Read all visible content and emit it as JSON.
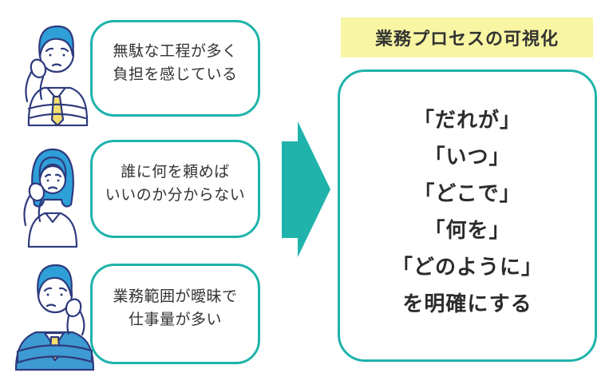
{
  "colors": {
    "teal_accent": "#1fb3ab",
    "banner_yellow": "#f8f6a3",
    "figure_blue": "#3e9ad2",
    "hair_blue": "#2f9fd8",
    "outline_navy": "#2e3a7d",
    "tie_yellow": "#f5df6e",
    "text_dark": "#333333"
  },
  "title": {
    "label": "業務プロセスの可視化"
  },
  "pain_points": [
    {
      "person_icon": "worried-man-shirt-icon",
      "lines": [
        "無駄な工程が多く",
        "負担を感じている"
      ]
    },
    {
      "person_icon": "worried-woman-icon",
      "lines": [
        "誰に何を頼めば",
        "いいのか分からない"
      ]
    },
    {
      "person_icon": "worried-man-suit-icon",
      "lines": [
        "業務範囲が曖昧で",
        "仕事量が多い"
      ]
    }
  ],
  "arrow_icon": "right-block-arrow-icon",
  "result_box": {
    "lines": [
      "「だれが」",
      "「いつ」",
      "「どこで」",
      "「何を」",
      "「どのように」",
      "を明確にする"
    ]
  }
}
